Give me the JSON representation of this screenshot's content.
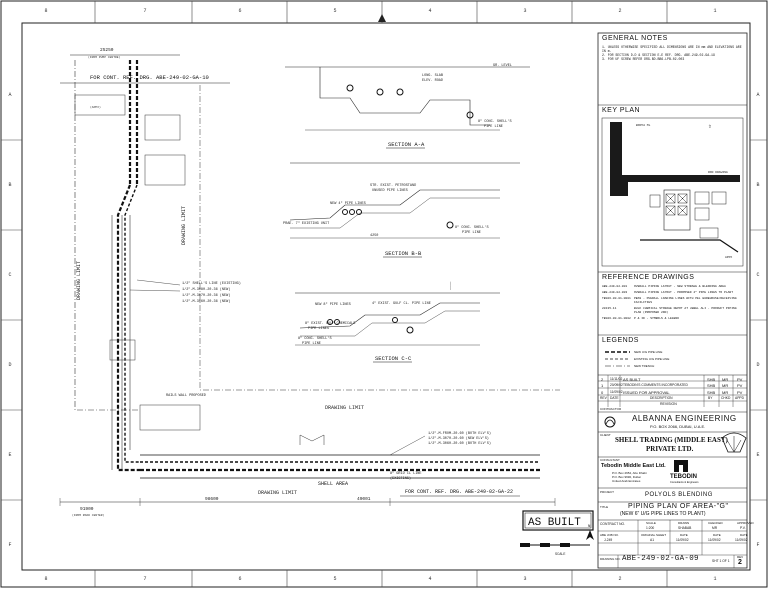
{
  "grid": {
    "columns_top": [
      "8",
      "7",
      "6",
      "5",
      "4",
      "3",
      "2",
      "1"
    ],
    "columns_bottom": [
      "8",
      "7",
      "6",
      "5",
      "4",
      "3",
      "2",
      "1"
    ],
    "rows": [
      "A",
      "B",
      "C",
      "D",
      "E",
      "F"
    ]
  },
  "plan": {
    "dim_top": "25250",
    "dim_top_sub": "(FROM PUMP CENTRE)",
    "ref_top": "FOR CONT. REF. DRG. ABE-249-02-GA-10",
    "drawing_limit_left": "DRAWING LIMIT",
    "drawing_limit_mid": "DRAWING LIMIT",
    "drawing_limit_bottom": "DRAWING LIMIT",
    "drawing_limit_bottom_right": "DRAWING LIMIT",
    "shell_area": "SHELL AREA",
    "ref_bottom": "FOR CONT. REF. DRG. ABE-249-02-GA-22",
    "dim_bottom_left": "91900",
    "dim_bottom_left_sub": "(FROM ROAD CENTER)",
    "dim_bottom_mid": "98600",
    "dim_bottom_right": "49001",
    "pipe_note_1": "1/2\" SHELL'S LINE (EXISTING)",
    "pipe_note_2": "1/2\"-M-3080-20-36 (NEW)",
    "pipe_note_3": "1/2\"-M-3070-20-36 (NEW)",
    "pipe_note_4": "1/2\"-M-3060-20-36 (NEW)",
    "approx": "(APPX)",
    "wall_note": "RAILS WALL PROPOSED",
    "bottom_note_1": "1/2\"-M-FROM-20-60 (BOTH ELV'S)",
    "bottom_note_2": "1/2\"-M-3070-20-60 (NEW ELV'S)",
    "bottom_note_3": "1/2\"-M-3060-20-60 (BOTH ELV'S)",
    "bottom_note_4": "8\" GRID CL LINE",
    "bottom_note_5": "(EXISTING)"
  },
  "sections": {
    "a_title": "SECTION A-A",
    "b_title": "SECTION B-B",
    "c_title": "SECTION C-C",
    "a_label_1": "LONG. SLAB",
    "a_label_2": "ELEV. ROAD",
    "a_label_3": "8\" CONC. SHELL'S",
    "a_label_4": "PIPE LINE",
    "a_label_5": "GR. LEVEL",
    "b_label_1": "STR. EXIST. PETROSTAND",
    "b_label_2": "UNUSED PIPE LINES",
    "b_label_3": "NEW 4\" PIPE LINES",
    "b_label_4": "PRAE. 7\" EXISTING UNIT",
    "b_label_5": "8\" CONC. SHELL'S",
    "b_label_6": "PIPE LINE",
    "b_dim": "4250",
    "c_label_1": "NEW 8\" PIPE LINES",
    "c_label_2": "4\" EXIST. GULF CL. PIPE LINE",
    "c_label_3": "8\" EXIST. GULF CHEMICALS",
    "c_label_4": "PIPE LINES",
    "c_label_5": "8\" CONC. SHELL'S",
    "c_label_6": "PIPE LINE"
  },
  "general_notes": {
    "title": "GENERAL NOTES",
    "lines": [
      "1. UNLESS OTHERWISE SPECIFIED ALL DIMENSIONS ARE IN mm AND ELEVATIONS ARE IN m.",
      "2. FOR SECTION D-D & SECTION E-E REF. DRG. ABE-249-02-GA-19",
      "3. FOR UF SCREW REFER DRG.BD.BB6-LPB-02-003"
    ]
  },
  "key_plan": {
    "title": "KEY PLAN",
    "label_1": "BONYA ML",
    "label_2": "ROD DRAWING",
    "label_3": "APPX"
  },
  "reference_drawings": {
    "title": "REFERENCE DRAWINGS",
    "rows": [
      {
        "no": "ABE-249-02-001",
        "desc": "OVERALL PIPING LAYOUT - NEW STORAGE & BLENDING AREA"
      },
      {
        "no": "ABE-249-02-003",
        "desc": "OVERALL PIPING LAYOUT - PROPOSED 4\" PIPE LINES TO PLANT"
      },
      {
        "no": "TB026-00-01-0001",
        "desc": "PBAS - OVERALL LOADING LINES WITH PEL WAREHOUSE/RECEIVING FACILITIES"
      },
      {
        "no": "20135-11",
        "desc": "BULK CHEMICAL STORAGE DEPOT AT JEBEL ALI - PRODUCT PIPING PLAN (PROPOSED 2ND)"
      },
      {
        "no": "TB026-00-01-0002",
        "desc": "P & ID - SYMBOLS & LEGEND"
      }
    ]
  },
  "legends": {
    "title": "LEGENDS",
    "items": [
      "NEW U/G PIPE LINE",
      "EXISTING U/G PIPE LINE",
      "NEW TRENCH"
    ]
  },
  "revisions": {
    "header": {
      "rev": "REV",
      "date": "DATE",
      "desc": "DESCRIPTION",
      "by": "BY",
      "chkd": "CHKD",
      "appd": "APPD"
    },
    "caption": "REVISION",
    "rows": [
      {
        "rev": "2",
        "date": "11/11/02",
        "desc": "AS BUILT",
        "by": "SHB",
        "chkd": "MR",
        "appd": "PV"
      },
      {
        "rev": "1",
        "date": "20/09/02",
        "desc": "TEBODIN'S COMMENTS INCORPORATED",
        "by": "SHB",
        "chkd": "MR",
        "appd": "PV"
      },
      {
        "rev": "0",
        "date": "11/09/02",
        "desc": "ISSUED FOR APPROVAL",
        "by": "SHB",
        "chkd": "MR",
        "appd": "PV"
      }
    ]
  },
  "contractor": {
    "label": "CONTRACTOR",
    "name": "ALBANNA ENGINEERING",
    "address": "P.O. BOX 2066, DUBAI, U.A.E."
  },
  "client": {
    "label": "CLIENT",
    "name_1": "SHELL TRADING (MIDDLE EAST)",
    "name_2": "PRIVATE LTD."
  },
  "consultant": {
    "label": "CONSULTANT",
    "name": "Tebodin Middle East Ltd.",
    "addr_1": "P.O. Box 2652, Abu Dhabi",
    "addr_2": "P.O. Box 9690, Dubai",
    "addr_3": "United Arab Emirates",
    "logo": "TEBODIN",
    "logo_sub": "Consultants & Engineers"
  },
  "project": {
    "label": "PROJECT",
    "name": "POLYOLS BLENDING"
  },
  "title_block": {
    "label": "TITLE",
    "title_1": "PIPING PLAN OF AREA-\"G\"",
    "title_2": "(NEW 6\" U/G PIPE LINES TO PLANT)",
    "contract_no_label": "CONTRACT NO.",
    "scale_label": "SCALE",
    "scale": "1:200",
    "drawn_label": "DRAWN",
    "drawn": "SHABAB",
    "checked_label": "CHECKED",
    "checked": "MR",
    "approved_label": "APPROVED",
    "approved": "P.V.",
    "abe_job_label": "ABE JOB NO.",
    "abe_job": "J-249",
    "sheet_size_label": "ORIGINAL SHEET",
    "sheet_size": "A1",
    "date_label": "DATE",
    "date_1": "11/09/02",
    "date_2": "11/09/02",
    "date_3": "11/09/02",
    "drawing_no_label": "DRAWING NO.",
    "drawing_no": "ABE-249-02-GA-09",
    "sheet": "SHT 1 OF 1",
    "rev_label": "REV",
    "rev": "2"
  },
  "stamp": "AS BUILT",
  "scale_bar_label": "SCALE",
  "north": "N"
}
